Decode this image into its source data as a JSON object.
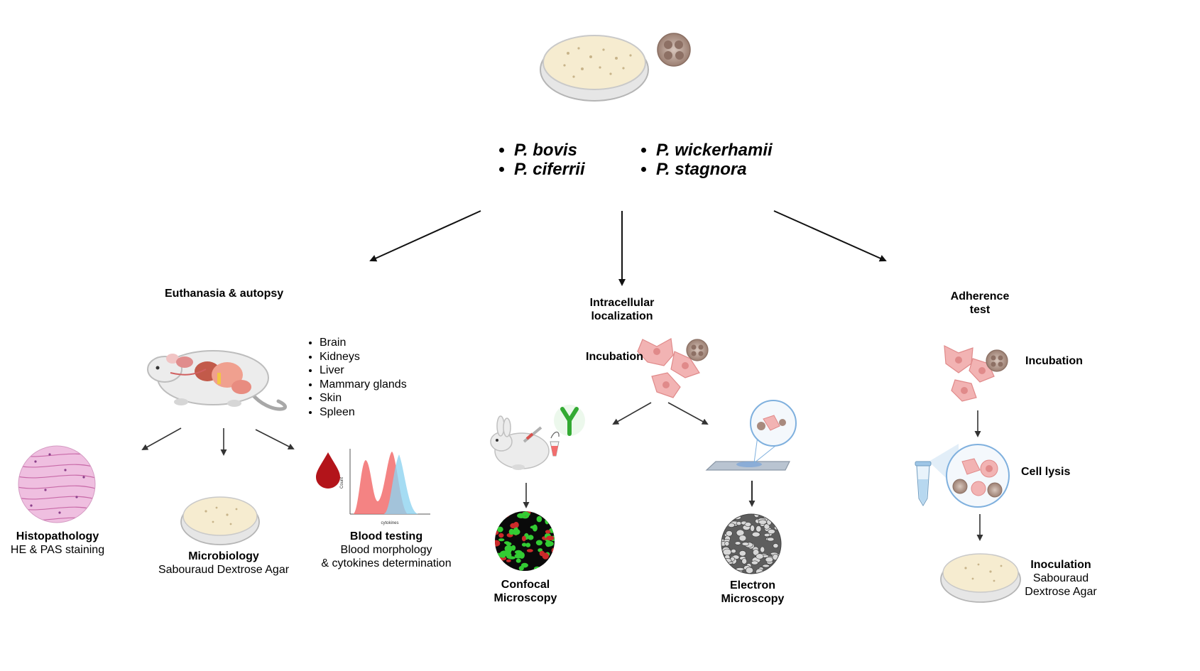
{
  "species": {
    "left": [
      "P. bovis",
      "P. ciferrii"
    ],
    "right": [
      "P. wickerhamii",
      "P. stagnora"
    ]
  },
  "branches": {
    "left": {
      "title": "Euthanasia & autopsy",
      "organs": [
        "Brain",
        "Kidneys",
        "Liver",
        "Mammary glands",
        "Skin",
        "Spleen"
      ],
      "histopathology": {
        "title": "Histopathology",
        "detail": "HE & PAS staining"
      },
      "microbiology": {
        "title": "Microbiology",
        "detail": "Sabouraud Dextrose Agar"
      },
      "blood": {
        "title": "Blood testing",
        "detail1": "Blood morphology",
        "detail2": "& cytokines determination"
      },
      "histogram": {
        "xlabel": "cytokines",
        "ylabel": "Count"
      }
    },
    "middle": {
      "title1": "Intracellular",
      "title2": "localization",
      "incubation": "Incubation",
      "confocal1": "Confocal",
      "confocal2": "Microscopy",
      "electron1": "Electron",
      "electron2": "Microscopy"
    },
    "right": {
      "title1": "Adherence",
      "title2": "test",
      "incubation": "Incubation",
      "lysis": "Cell lysis",
      "inoculation": "Inoculation",
      "inoc1": "Sabouraud",
      "inoc2": "Dextrose Agar"
    }
  },
  "colors": {
    "agar": "#f6ecd0",
    "dish_rim": "#c9c9c9",
    "cell_pink": "#f2b3b3",
    "histo_pink": "#e9a3d0",
    "blood_red": "#b3141a",
    "hist_red": "#f26d6d",
    "hist_blue": "#8fd3f0",
    "confocal_green": "#33cc33"
  }
}
